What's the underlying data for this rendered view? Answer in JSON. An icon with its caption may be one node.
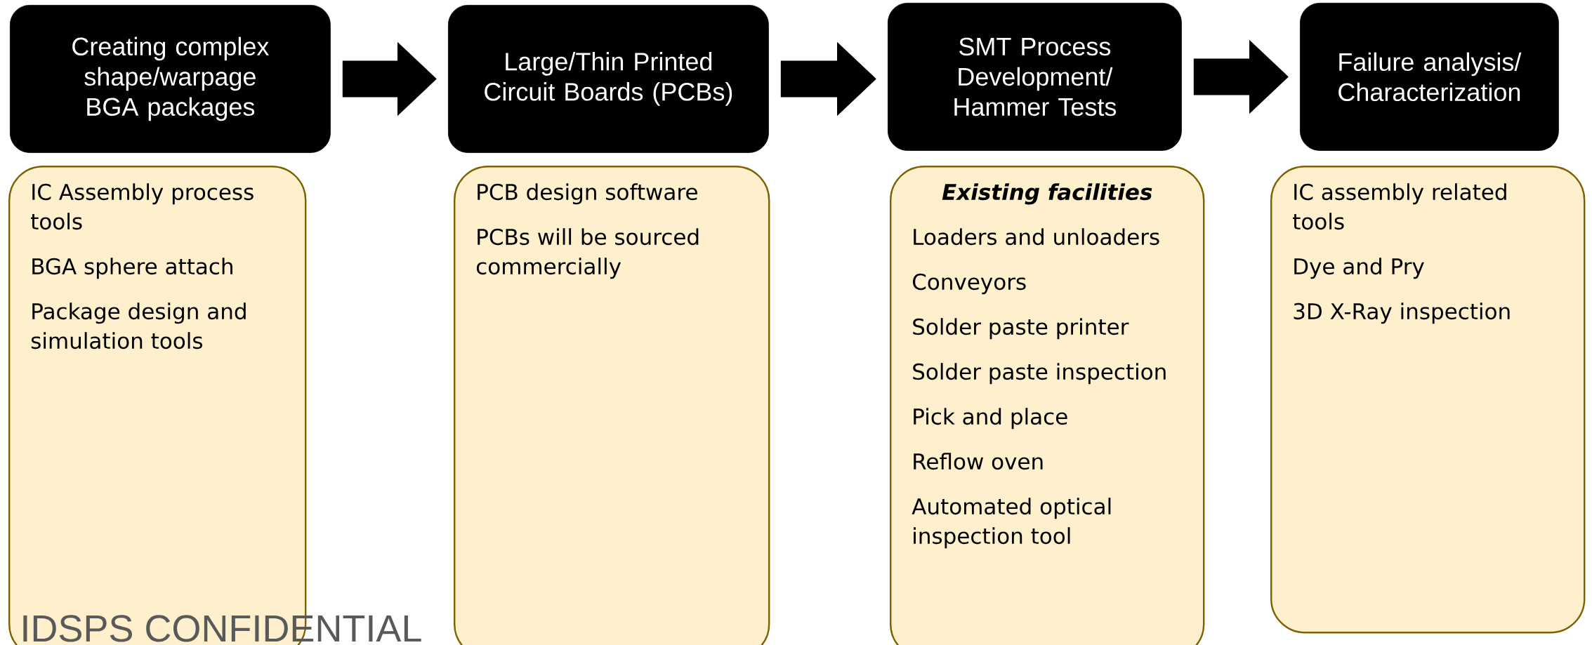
{
  "diagram": {
    "nodes": [
      {
        "text": [
          "Creating complex shape/warpage BGA packages"
        ]
      },
      {
        "text": [
          "IC Assembly process tools",
          "BGA sphere attach",
          "Package design and simulation tools"
        ]
      },
      {
        "text": [
          "Large/Thin Printed Circuit Boards (PCBs)"
        ]
      },
      {
        "text": [
          "PCB design software",
          "PCBs will be sourced commercially"
        ]
      },
      {
        "text": [
          "SMT Process Development/ Hammer Tests"
        ]
      },
      {
        "text": [
          "Existing facilities",
          "Loaders and unloaders",
          "Conveyors",
          "Solder paste printer",
          "Solder paste inspection",
          "Pick and place",
          "Reflow oven",
          "Automated optical inspection tool"
        ]
      },
      {
        "text": [
          "Failure analysis/ Characterization"
        ]
      },
      {
        "text": [
          "IC assembly related tools",
          "Dye and Pry",
          "3D X-Ray inspection"
        ]
      }
    ],
    "edges": [
      {
        "from": 0,
        "to": 2,
        "arrow": "to"
      },
      {
        "from": 2,
        "to": 4,
        "arrow": "to"
      },
      {
        "from": 4,
        "to": 6,
        "arrow": "to"
      }
    ],
    "labels": [
      "IDSPS CONFIDENTIAL"
    ]
  }
}
